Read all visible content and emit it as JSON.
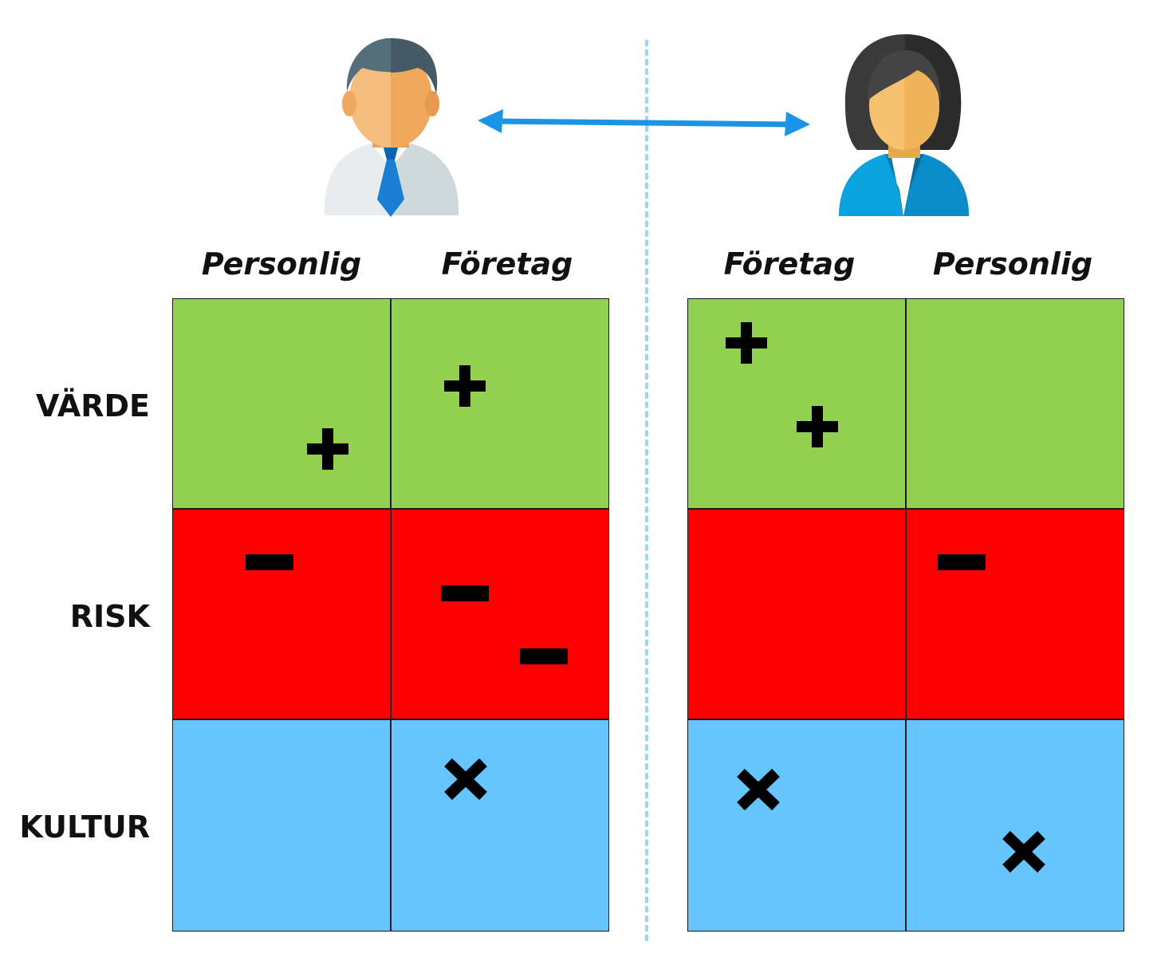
{
  "colors": {
    "value_green": "#92d050",
    "risk_red": "#ff0000",
    "culture_blue": "#66c5fd",
    "arrow_blue": "#1a94e6",
    "divider_blue": "#9fd4f2",
    "mark_black": "#000000"
  },
  "left_side": {
    "avatar": "male-businessman-icon",
    "columns": [
      "Personlig",
      "Företag"
    ]
  },
  "right_side": {
    "avatar": "female-businesswoman-icon",
    "columns": [
      "Företag",
      "Personlig"
    ]
  },
  "connector": "double-headed-arrow-icon",
  "rows": [
    "VÄRDE",
    "RISK",
    "KULTUR"
  ],
  "marks": {
    "plus": "plus-icon",
    "minus": "minus-icon",
    "cross": "cross-icon"
  }
}
